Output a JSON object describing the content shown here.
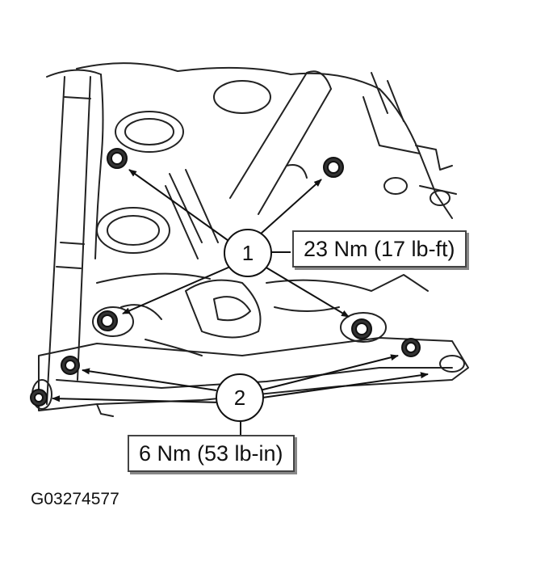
{
  "callouts": [
    {
      "number": "1",
      "torque": "23 Nm (17 lb-ft)"
    },
    {
      "number": "2",
      "torque": "6 Nm (53 lb-in)"
    }
  ],
  "figure_id": "G03274577",
  "colors": {
    "line": "#222222",
    "background": "#ffffff",
    "box_shadow": "#888888"
  }
}
